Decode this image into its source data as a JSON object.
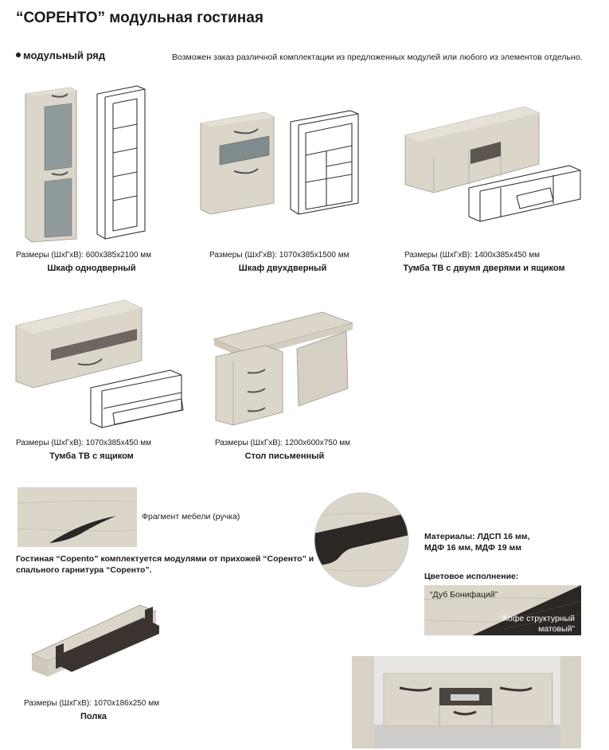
{
  "header": {
    "title": "“СОРЕНТО” модульная гостиная",
    "section_label": "модульный ряд",
    "note": "Возможен заказ различной комплектации из предложенных модулей или любого из элементов отдельно."
  },
  "products": [
    {
      "dims": "Размеры (ШхГхВ): 600х385х2100 мм",
      "name": "Шкаф однодверный"
    },
    {
      "dims": "Размеры (ШхГхВ): 1070х385х1500 мм",
      "name": "Шкаф двухдверный"
    },
    {
      "dims": "Размеры (ШхГхВ): 1400х385х450 мм",
      "name": "Тумба ТВ с двумя дверями и ящиком"
    },
    {
      "dims": "Размеры (ШхГхВ): 1070х385х450 мм",
      "name": "Тумба ТВ с ящиком"
    },
    {
      "dims": "Размеры (ШхГхВ): 1200х600х750 мм",
      "name": "Стол письменный"
    },
    {
      "dims": "Размеры (ШхГхВ): 1070х186х250 мм",
      "name": "Полка"
    }
  ],
  "fragment": {
    "caption": "Фрагмент мебели (ручка)",
    "text_line1": "Гостиная “Сорento” комплектуется модулями от прихожей “Соренто” и",
    "text_line2": "спального гарнитура “Соренто”."
  },
  "materials": {
    "line1": "Материалы: ЛДСП 16 мм,",
    "line2": "МДФ 16 мм, МДФ 19 мм",
    "color_heading": "Цветовое исполнение:",
    "color1": "“Дуб Бонифаций”",
    "color2_line1": "“Кофе структурный",
    "color2_line2": "матовый”"
  },
  "colors": {
    "oak": "#dcd6ca",
    "coffee": "#2b2725",
    "line": "#333333"
  }
}
